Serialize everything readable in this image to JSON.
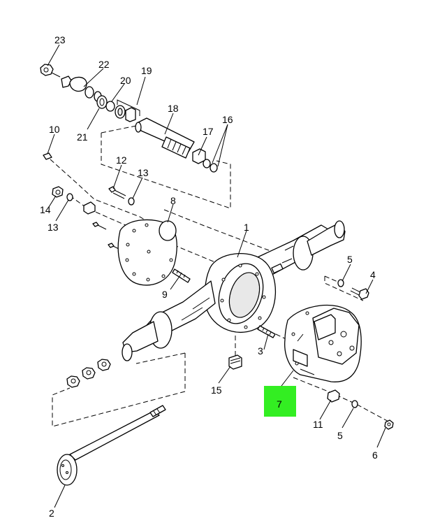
{
  "highlight_color": "#33ee22",
  "callouts": [
    {
      "id": "23",
      "label": "23"
    },
    {
      "id": "22",
      "label": "22"
    },
    {
      "id": "19",
      "label": "19"
    },
    {
      "id": "20",
      "label": "20"
    },
    {
      "id": "21",
      "label": "21"
    },
    {
      "id": "18",
      "label": "18"
    },
    {
      "id": "10",
      "label": "10"
    },
    {
      "id": "17",
      "label": "17"
    },
    {
      "id": "16",
      "label": "16"
    },
    {
      "id": "12",
      "label": "12"
    },
    {
      "id": "13a",
      "label": "13"
    },
    {
      "id": "14",
      "label": "14"
    },
    {
      "id": "13b",
      "label": "13"
    },
    {
      "id": "8",
      "label": "8"
    },
    {
      "id": "1",
      "label": "1"
    },
    {
      "id": "9",
      "label": "9"
    },
    {
      "id": "5a",
      "label": "5"
    },
    {
      "id": "4",
      "label": "4"
    },
    {
      "id": "3",
      "label": "3"
    },
    {
      "id": "15",
      "label": "15"
    },
    {
      "id": "7",
      "label": "7"
    },
    {
      "id": "11",
      "label": "11"
    },
    {
      "id": "5b",
      "label": "5"
    },
    {
      "id": "6",
      "label": "6"
    },
    {
      "id": "2",
      "label": "2"
    }
  ]
}
